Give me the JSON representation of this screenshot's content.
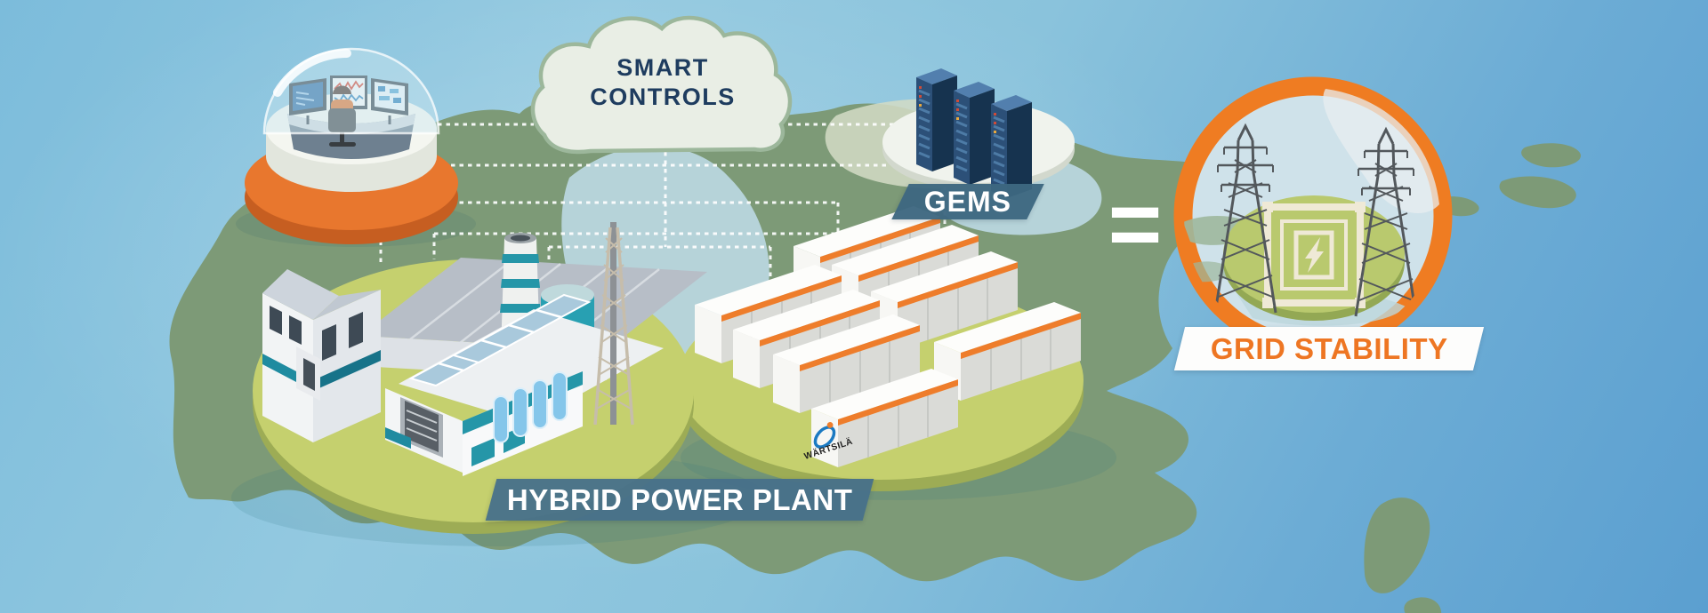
{
  "diagram": {
    "cloud_label": "SMART\nCONTROLS",
    "gems_label": "GEMS",
    "hybrid_plant_label": "HYBRID POWER PLANT",
    "grid_label": "GRID STABILITY",
    "equals_symbol": "=",
    "battery_brand": "WÄRTSILÄ",
    "colors": {
      "wartsila_orange": "#ee7623",
      "navy_text": "#1e3c5f",
      "banner_slate": "#47708a",
      "banner_white": "#fdfdfc",
      "land_green": "#7d9a77",
      "platform_green": "#c5d06e",
      "sea_blue": "#8cc3dc",
      "cream_symbol": "#efe9d6",
      "dome_orange": "#e8772e",
      "server_navy": "#2c5078",
      "teal_accent": "#2596a8"
    },
    "icons": {
      "control_room": "control-room-dome-icon",
      "smart_controls": "cloud-icon",
      "gems": "server-racks-icon",
      "power_plant": "factory-icon",
      "energy_storage": "battery-containers-icon",
      "grid": "transmission-pylon-icon",
      "relation": "equals-sign"
    }
  }
}
